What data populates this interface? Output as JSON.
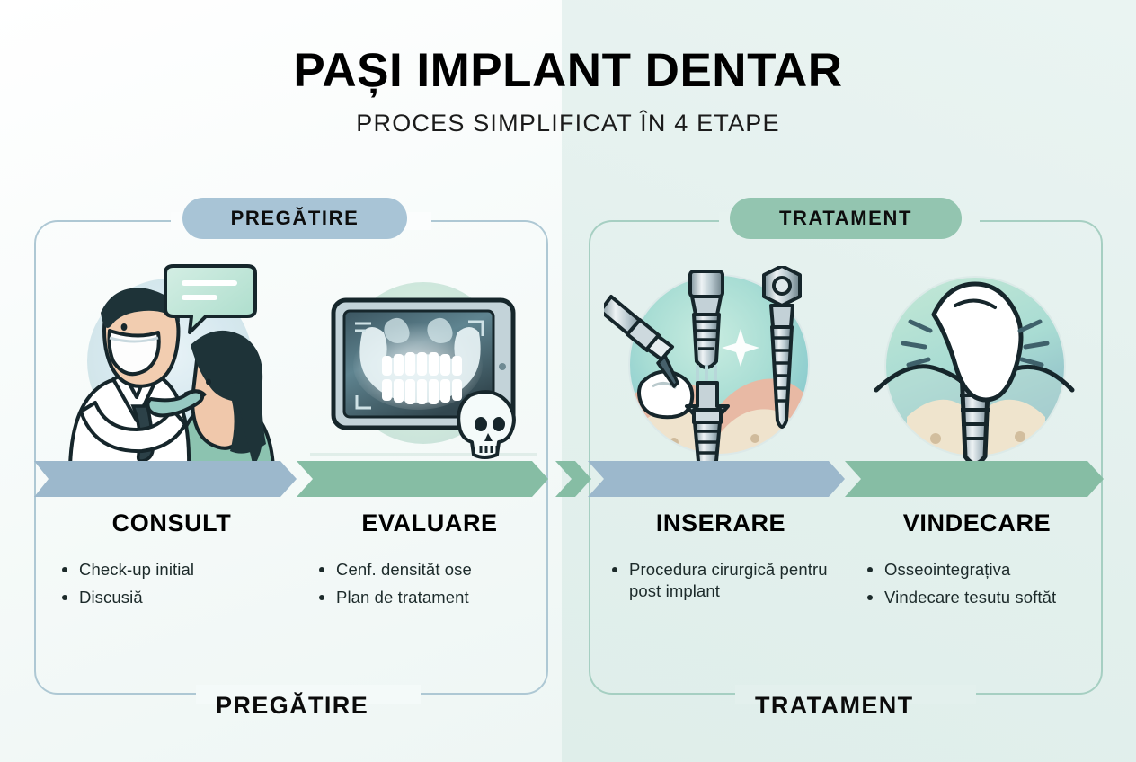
{
  "header": {
    "title": "PAȘI IMPLANT DENTAR",
    "subtitle": "PROCES SIMPLIFICAT ÎN 4 ETAPE"
  },
  "colors": {
    "background_left": "#f7fbfa",
    "background_right": "#e3f0ed",
    "badge_preparation": "#a8c4d6",
    "badge_treatment": "#93c5b0",
    "frame_left": "#aec8d4",
    "frame_right": "#a6cfc2",
    "chevron_blue": "#9cb8cc",
    "chevron_green": "#86bda4",
    "text": "#000000"
  },
  "phases": [
    {
      "id": "preparation",
      "badge_label": "PREGĂTIRE",
      "bottom_label": "PREGĂTIRE"
    },
    {
      "id": "treatment",
      "badge_label": "TRATAMENT",
      "bottom_label": "TRATAMENT"
    }
  ],
  "steps": [
    {
      "index": 1,
      "title": "CONSULT",
      "illustration": "dentist-examining-patient-icon",
      "bullets": [
        "Check-up initial",
        "Discusiă"
      ]
    },
    {
      "index": 2,
      "title": "EVALUARE",
      "illustration": "dental-xray-tablet-icon",
      "bullets": [
        "Cenf. densităt ose",
        "Plan de tratament"
      ]
    },
    {
      "index": 3,
      "title": "INSERARE",
      "illustration": "implant-insertion-icon",
      "bullets": [
        "Procedura cirurgică pentru post implant"
      ]
    },
    {
      "index": 4,
      "title": "VINDECARE",
      "illustration": "healed-implant-crown-icon",
      "bullets": [
        "Osseointegrațiva",
        "Vindecare tesutu softăt"
      ]
    }
  ]
}
